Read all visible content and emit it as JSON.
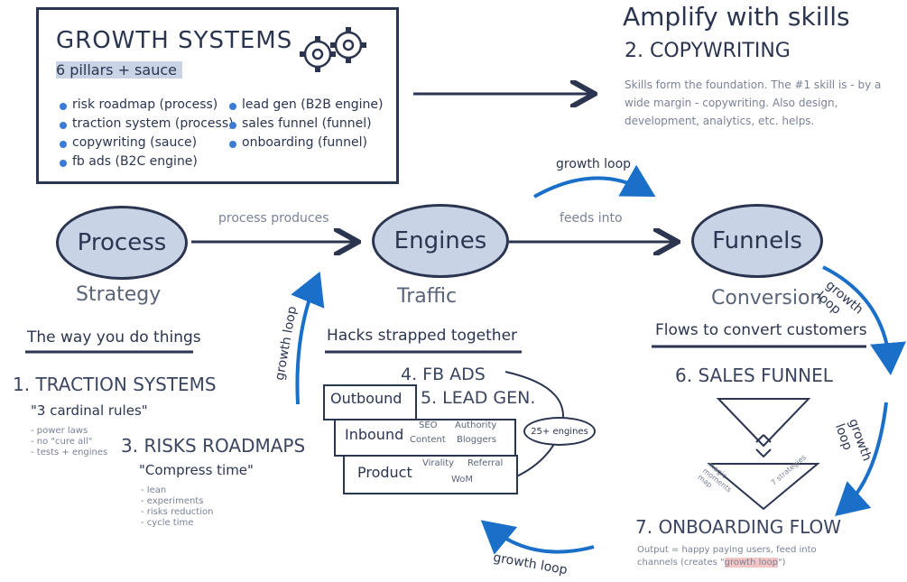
{
  "colors": {
    "ink": "#2b3550",
    "accent": "#1a6fc9",
    "oval_fill": "#c9d3e6",
    "muted": "#7a8296",
    "dot": "#3a7bd5"
  },
  "growth_box": {
    "title": "GROWTH SYSTEMS",
    "subtitle": "6 pillars + sauce",
    "icon": "gears-icon",
    "pillars_left": [
      "risk roadmap (process)",
      "traction system (process)",
      "copywriting (sauce)",
      "fb ads (B2C engine)"
    ],
    "pillars_right": [
      "lead gen (B2B engine)",
      "sales funnel (funnel)",
      "onboarding (funnel)"
    ]
  },
  "skills": {
    "title": "Amplify with skills",
    "heading": "2. COPYWRITING",
    "text": "Skills form the foundation. The #1 skill is - by a wide margin - copywriting. Also design, development, analytics, etc. helps."
  },
  "flow": {
    "process": {
      "label": "Process",
      "caption": "Strategy"
    },
    "engines": {
      "label": "Engines",
      "caption": "Traffic"
    },
    "funnels": {
      "label": "Funnels",
      "caption": "Conversion"
    },
    "process_to_engines": "process produces",
    "engines_to_funnels": "feeds into",
    "growth_loop": "growth loop"
  },
  "strategy": {
    "tagline": "The way you do things",
    "traction_title": "1. TRACTION SYSTEMS",
    "traction_quote": "\"3 cardinal rules\"",
    "traction_notes": [
      "- power laws",
      "- no \"cure all\"",
      "- tests + engines"
    ],
    "risk_title": "3. RISKS ROADMAPS",
    "risk_quote": "\"Compress time\"",
    "risk_notes": [
      "- lean",
      "- experiments",
      "- risks reduction",
      "- cycle time"
    ]
  },
  "traffic": {
    "tagline": "Hacks strapped together",
    "fb": "4. FB ADS",
    "outbound": "Outbound",
    "leadgen": "5. LEAD GEN.",
    "inbound": "Inbound",
    "inbound_a1": "SEO",
    "inbound_a2": "Content",
    "inbound_b1": "Authority",
    "inbound_b2": "Bloggers",
    "product": "Product",
    "product_a": "Virality",
    "product_b": "Referral",
    "product_c": "WoM",
    "engines_count": "25+ engines"
  },
  "conversion": {
    "tagline": "Flows to convert customers",
    "sales_title": "6. SALES FUNNEL",
    "funnel_left": "magic moments map",
    "funnel_right": "7 strategies",
    "onboarding_title": "7. ONBOARDING FLOW",
    "onboarding_text1": "Output = happy paying users, feed into",
    "onboarding_text2_pre": "channels (creates \"",
    "onboarding_highlight": "growth loop",
    "onboarding_text2_post": "\")"
  }
}
